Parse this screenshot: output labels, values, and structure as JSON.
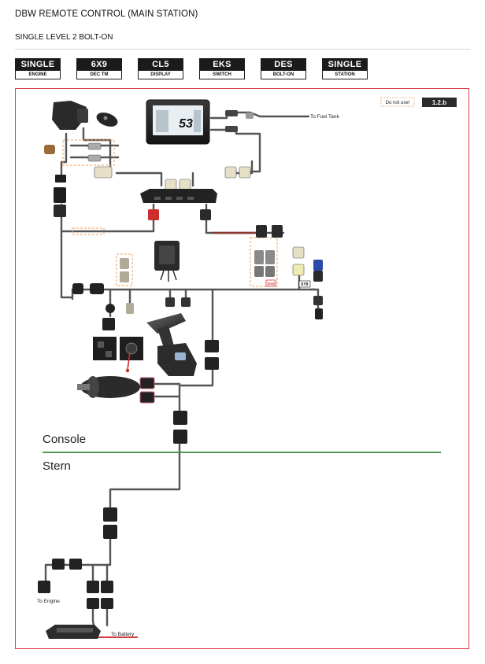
{
  "header": {
    "title": "DBW REMOTE CONTROL (MAIN STATION)",
    "subtitle": "SINGLE LEVEL 2 BOLT-ON"
  },
  "badges": [
    {
      "label": "SINGLE",
      "caption": "ENGINE"
    },
    {
      "label": "6X9",
      "caption": "DEC TM"
    },
    {
      "label": "CL5",
      "caption": "DISPLAY"
    },
    {
      "label": "EKS",
      "caption": "SWITCH"
    },
    {
      "label": "DES",
      "caption": "BOLT-ON"
    },
    {
      "label": "SINGLE",
      "caption": "STATION"
    }
  ],
  "diagram": {
    "do_not_use_label": "Do not use!",
    "version_tag": "1.2.b",
    "display_reading": "53",
    "fuel_tank_label": "To Fuel Tank",
    "second_label": "2nd",
    "small_tag": "6Y9",
    "console_label": "Console",
    "stern_label": "Stern",
    "engine_label": "To Engine",
    "battery_label": "To Battery"
  },
  "colors": {
    "frame": "#d9434b",
    "divider": "#3a8a3a",
    "cable": "#555555",
    "dashed_box": "#e8a060",
    "battery_positive": "#d04040",
    "badge_bg": "#1b1b1b"
  }
}
